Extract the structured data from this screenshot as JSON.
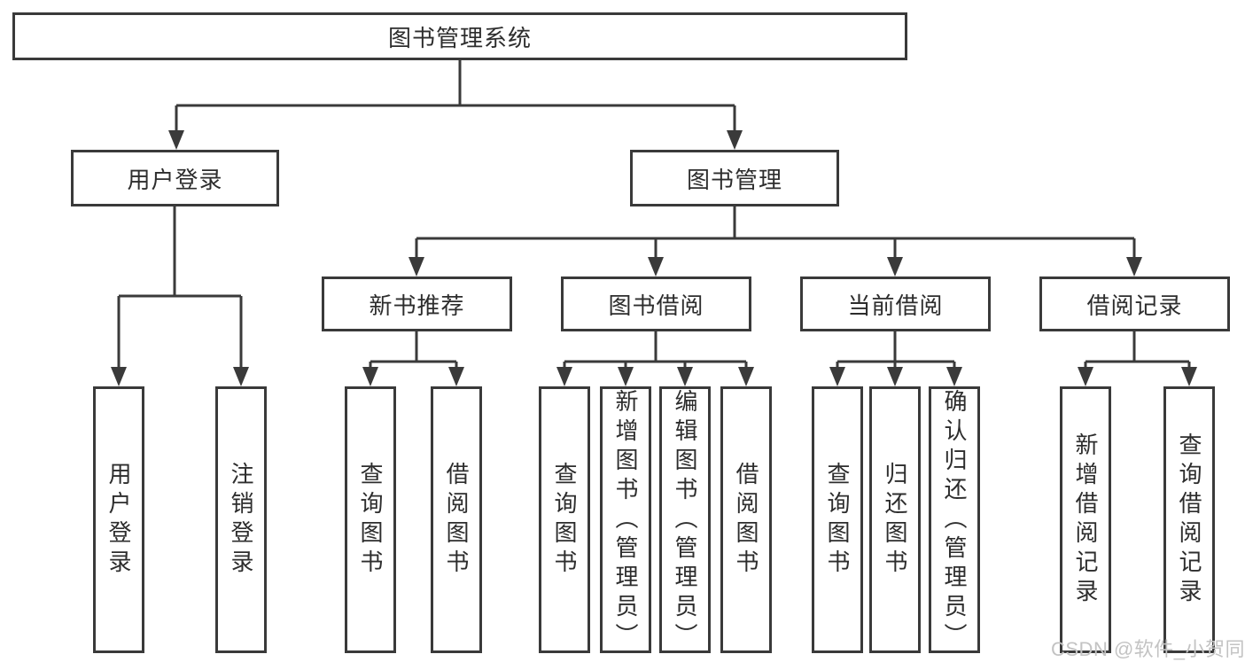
{
  "colors": {
    "line": "#3a3a3a",
    "text": "#2d2d2d",
    "box_background": "#ffffff",
    "watermark": "#c3c3c3",
    "page_background": "#ffffff"
  },
  "watermark": {
    "text": "CSDN @软件_小贺同学"
  },
  "tree": {
    "label": "图书管理系统",
    "children": [
      {
        "label": "用户登录",
        "children": [
          {
            "label": "用户登录"
          },
          {
            "label": "注销登录"
          }
        ]
      },
      {
        "label": "图书管理",
        "children": [
          {
            "label": "新书推荐",
            "children": [
              {
                "label": "查询图书"
              },
              {
                "label": "借阅图书"
              }
            ]
          },
          {
            "label": "图书借阅",
            "children": [
              {
                "label": "查询图书"
              },
              {
                "label": "新增图书（管理员）"
              },
              {
                "label": "编辑图书（管理员）"
              },
              {
                "label": "借阅图书"
              }
            ]
          },
          {
            "label": "当前借阅",
            "children": [
              {
                "label": "查询图书"
              },
              {
                "label": "归还图书"
              },
              {
                "label": "确认归还（管理员）"
              }
            ]
          },
          {
            "label": "借阅记录",
            "children": [
              {
                "label": "新增借阅记录"
              },
              {
                "label": "查询借阅记录"
              }
            ]
          }
        ]
      }
    ]
  }
}
